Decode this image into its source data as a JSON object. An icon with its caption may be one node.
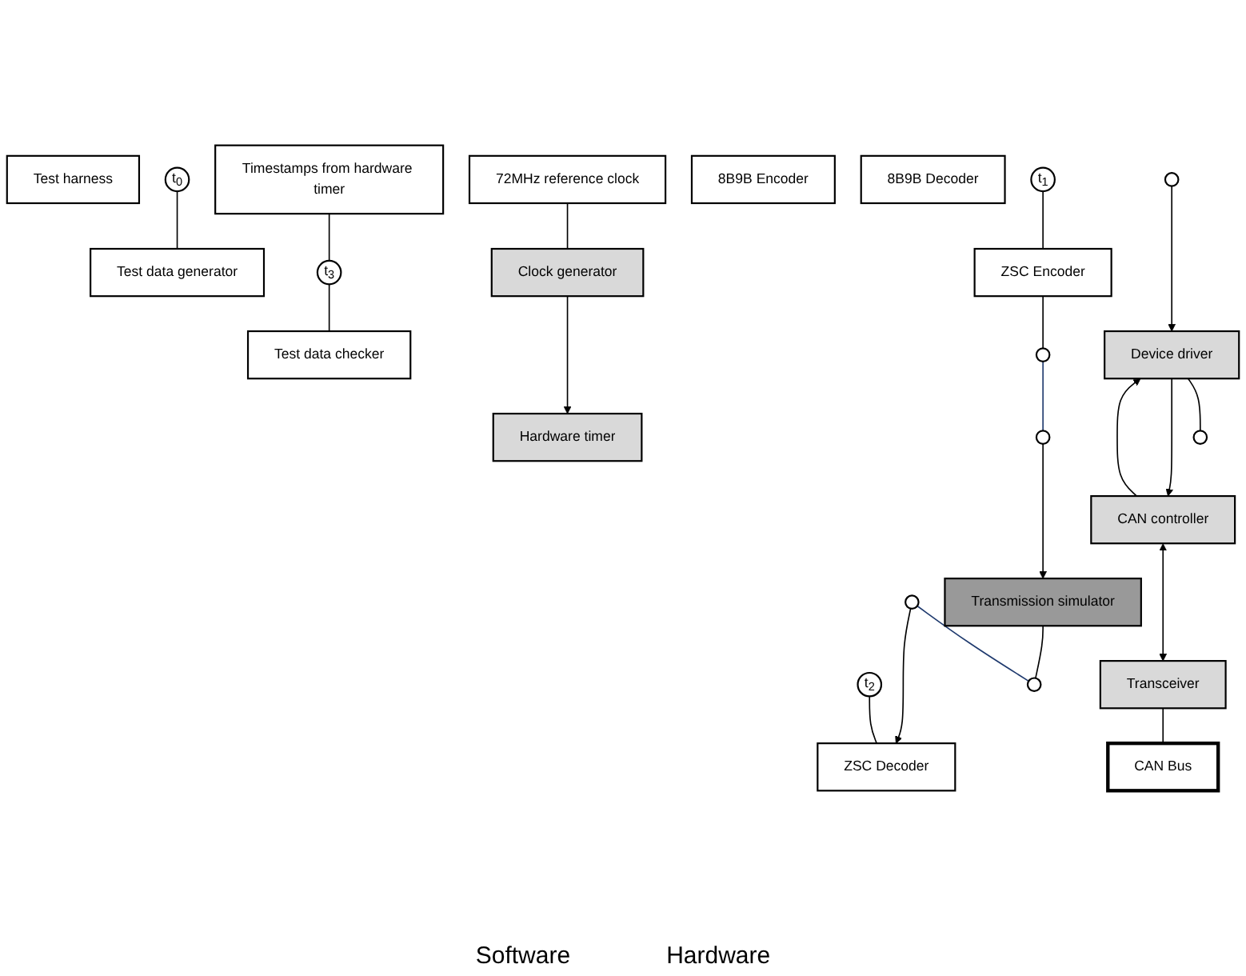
{
  "diagram": {
    "nodes": [
      {
        "text": [
          "Test harness"
        ]
      },
      {
        "text": [
          "Timestamps from hardware timer"
        ]
      },
      {
        "text": [
          "t$_{0}$"
        ]
      },
      {
        "text": [
          "Test data generator"
        ]
      },
      {
        "text": [
          "Test data checker"
        ]
      },
      {
        "text": [
          "t$_{3}$"
        ]
      },
      {
        "text": [
          "72MHz reference clock"
        ]
      },
      {
        "text": [
          "8B9B Encoder"
        ]
      },
      {
        "text": [
          "8B9B Decoder"
        ]
      },
      {
        "text": [
          "Clock generator"
        ]
      },
      {
        "text": [
          "t$_{1}$"
        ]
      },
      {
        "text": [
          "ZSC Encoder"
        ]
      },
      {
        "text": [
          "ZSC Decoder"
        ]
      },
      {
        "text": [
          "t$_{2}$"
        ]
      },
      {
        "text": [
          "CAN Bus"
        ]
      },
      {
        "text": [
          "Hardware timer"
        ]
      },
      {
        "text": [],
        "shape": "circle"
      },
      {
        "text": [],
        "shape": "circle"
      },
      {
        "text": [],
        "shape": "circle"
      },
      {
        "text": [],
        "shape": "circle"
      },
      {
        "text": [],
        "shape": "circle"
      },
      {
        "text": [],
        "shape": "circle"
      },
      {
        "text": [
          "Device driver"
        ]
      },
      {
        "text": [
          "CAN controller"
        ]
      },
      {
        "text": [
          "Transceiver"
        ]
      },
      {
        "text": [
          "Transmission simulator"
        ]
      }
    ],
    "edges": [
      {
        "from": 1,
        "to": 5,
        "arrow": "none"
      },
      {
        "from": 6,
        "to": 9,
        "arrow": "none"
      },
      {
        "from": 2,
        "to": 3,
        "arrow": "none"
      },
      {
        "from": 5,
        "to": 4,
        "arrow": "none"
      },
      {
        "from": 10,
        "to": 11,
        "arrow": "none"
      },
      {
        "from": 13,
        "to": 12,
        "arrow": "none"
      },
      {
        "from": 9,
        "to": 15,
        "arrow": "to"
      },
      {
        "from": 11,
        "to": 16,
        "arrow": "none"
      },
      {
        "from": 16,
        "to": 18,
        "arrow": "none",
        "color": "#1f3a6e"
      },
      {
        "from": 17,
        "to": 20,
        "arrow": "none",
        "color": "#1f3a6e"
      },
      {
        "from": 17,
        "to": 12,
        "arrow": "to"
      },
      {
        "from": 18,
        "to": 25,
        "arrow": "to"
      },
      {
        "from": 19,
        "to": 22,
        "arrow": "to"
      },
      {
        "from": 25,
        "to": 20,
        "arrow": "none"
      },
      {
        "from": 22,
        "to": 21,
        "arrow": "none"
      },
      {
        "from": 23,
        "to": 22,
        "arrow": "to"
      },
      {
        "from": 22,
        "to": 23,
        "arrow": "to"
      },
      {
        "from": 23,
        "to": 24,
        "arrow": "both"
      },
      {
        "from": 24,
        "to": 14,
        "arrow": "none"
      }
    ],
    "labels": [
      "Software",
      "Hardware"
    ]
  }
}
